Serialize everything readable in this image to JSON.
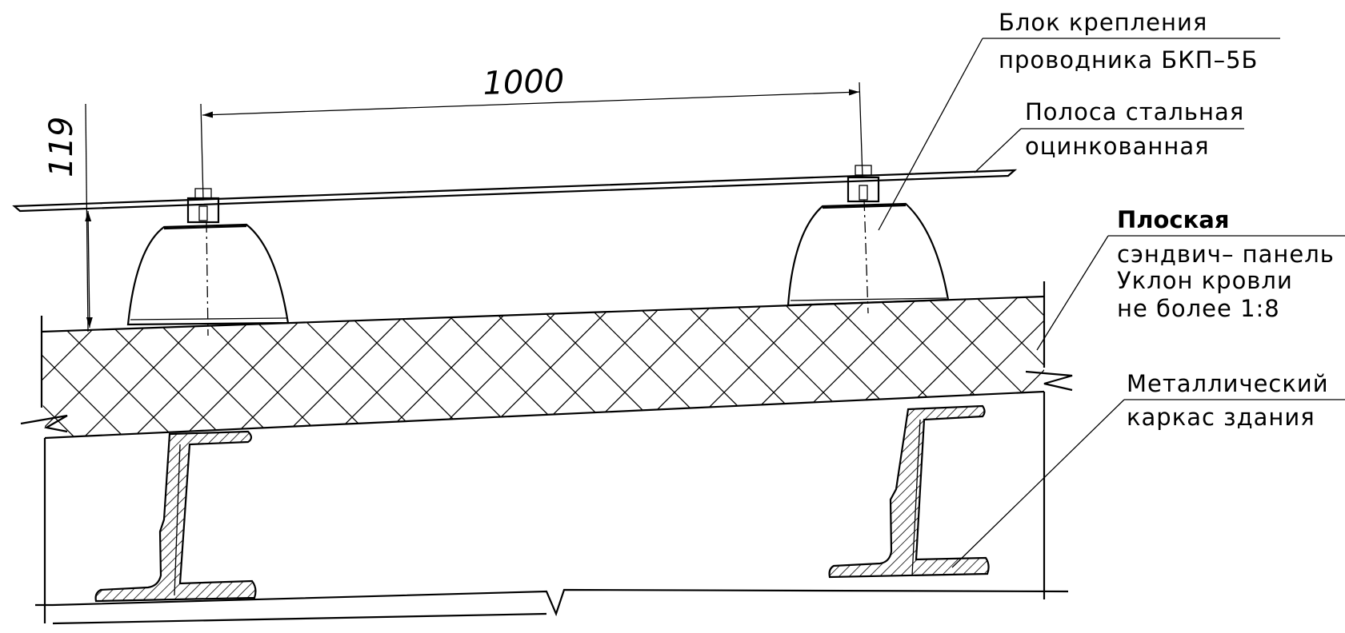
{
  "dimensions": {
    "spacing": "1000",
    "height": "119"
  },
  "labels": {
    "mount_block": {
      "line1": "Блок крепления",
      "line2": "проводника БКП–5Б"
    },
    "steel_strip": {
      "line1": "Полоса стальная",
      "line2": "оцинкованная"
    },
    "panel": {
      "title": "Плоская",
      "line1": "сэндвич– панель",
      "line2": "Уклон кровли",
      "line3": "не более 1:8"
    },
    "frame": {
      "line1": "Металлический",
      "line2": "каркас здания"
    }
  }
}
